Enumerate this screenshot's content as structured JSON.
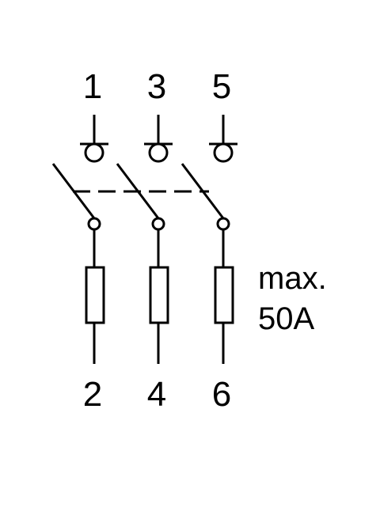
{
  "terminals": {
    "top": [
      "1",
      "3",
      "5"
    ],
    "bottom": [
      "2",
      "4",
      "6"
    ]
  },
  "rating": {
    "line1": "max.",
    "line2": "50A"
  },
  "colors": {
    "stroke": "#000000",
    "background": "#ffffff"
  }
}
